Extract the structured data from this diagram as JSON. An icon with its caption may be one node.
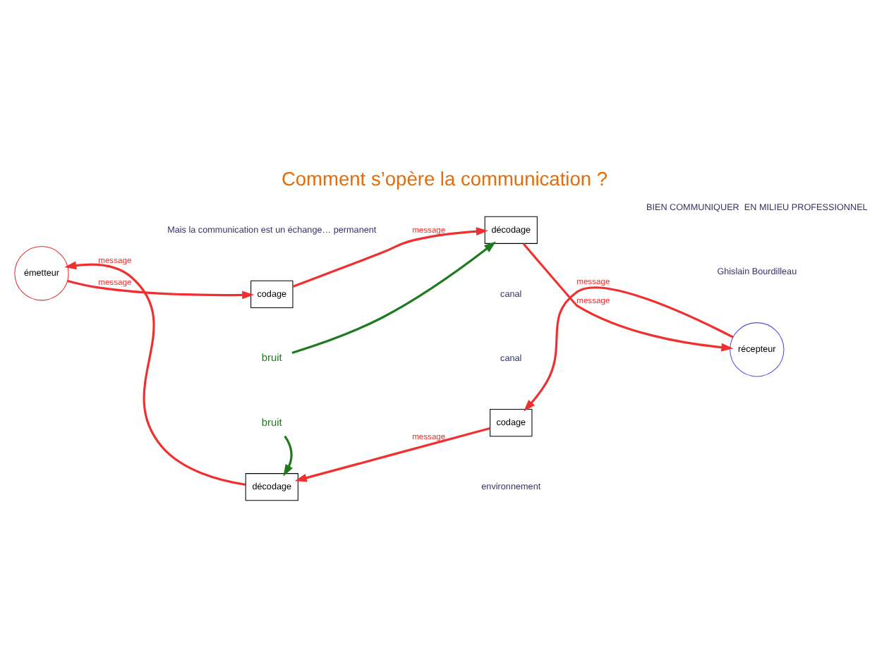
{
  "diagram": {
    "title": "Comment s’opère la communication ?",
    "nodes": [
      {
        "text": [
          "émetteur"
        ]
      },
      {
        "text": [
          "codage"
        ]
      },
      {
        "text": [
          "décodage"
        ]
      },
      {
        "text": [
          "récepteur"
        ]
      },
      {
        "text": [
          "codage"
        ]
      },
      {
        "text": [
          "décodage"
        ]
      },
      {
        "text": [
          "bruit"
        ]
      },
      {
        "text": [
          "bruit"
        ]
      }
    ],
    "edges": [
      {
        "from": 0,
        "to": 1,
        "arrow": "to",
        "label": "message"
      },
      {
        "from": 1,
        "to": 2,
        "arrow": "to",
        "label": "message"
      },
      {
        "from": 2,
        "to": 3,
        "arrow": "to",
        "label": "message"
      },
      {
        "from": 3,
        "to": 4,
        "arrow": "to",
        "label": "message"
      },
      {
        "from": 4,
        "to": 5,
        "arrow": "to",
        "label": "message"
      },
      {
        "from": 5,
        "to": 0,
        "arrow": "to",
        "label": "message"
      },
      {
        "from": 6,
        "to": 2,
        "arrow": "to",
        "color": "#1e7a1e"
      },
      {
        "from": 7,
        "to": 5,
        "arrow": "to",
        "color": "#1e7a1e"
      }
    ],
    "labels": [
      "BIEN COMMUNIQUER  EN MILIEU PROFESSIONNEL",
      "Ghislain Bourdilleau",
      "Mais la communication est un échange… permanent",
      "canal",
      "canal",
      "environnement"
    ]
  }
}
